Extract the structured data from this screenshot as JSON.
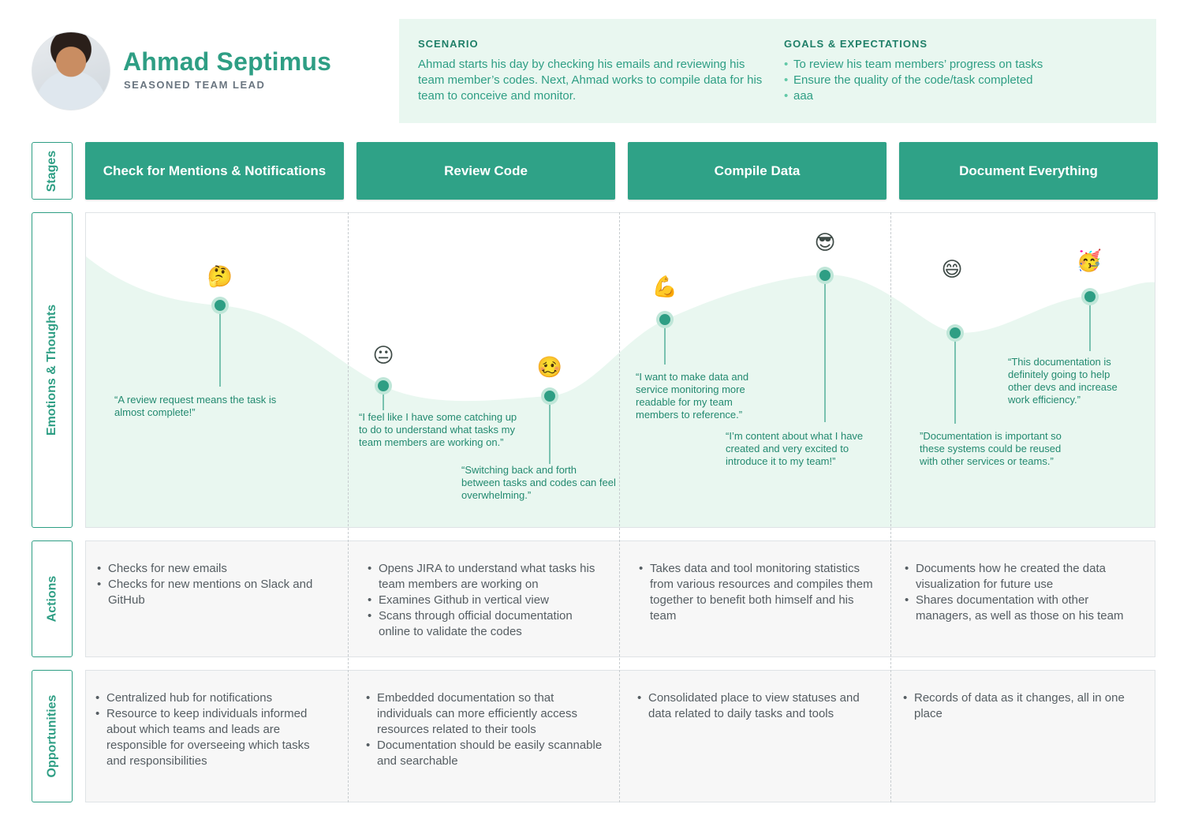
{
  "persona": {
    "name": "Ahmad Septimus",
    "role": "SEASONED TEAM LEAD"
  },
  "scenario": {
    "heading": "SCENARIO",
    "text": "Ahmad starts his day by checking his emails and reviewing his team member’s codes. Next, Ahmad works to compile data for his team to conceive and monitor."
  },
  "goals": {
    "heading": "GOALS & EXPECTATIONS",
    "items": [
      "To review his team members’ progress on tasks",
      "Ensure the quality of the code/task completed",
      "aaa"
    ]
  },
  "row_labels": {
    "stages": "Stages",
    "emotions": "Emotions & Thoughts",
    "actions": "Actions",
    "opportunities": "Opportunities"
  },
  "stages": [
    "Check for Mentions & Notifications",
    "Review Code",
    "Compile Data",
    "Document Everything"
  ],
  "colors": {
    "accent": "#2fa287",
    "accent_text": "#2e9e84",
    "curve_fill": "#e9f7f0",
    "scenario_bg": "#e9f7f0"
  },
  "emotions": [
    {
      "emoji": "🤔",
      "quote": "“A review request means the task  is almost complete!”"
    },
    {
      "emoji": "😐",
      "quote": "“I feel like I have some catching up to do to understand what tasks my team members are working on.”"
    },
    {
      "emoji": "🥴",
      "quote": "“Switching back and forth between tasks and codes can feel overwhelming.”"
    },
    {
      "emoji": "💪",
      "quote": "“I want to make data and service monitoring more readable for my team members to reference.”"
    },
    {
      "emoji": "😎",
      "quote": "“I’m content about what I have created and very excited to introduce it to my team!”"
    },
    {
      "emoji": "😄",
      "quote": "”Documentation is important so these systems could be reused with other services or teams.”"
    },
    {
      "emoji": "🥳",
      "quote": "“This documentation is definitely going to help other devs and increase work efficiency.”"
    }
  ],
  "actions": [
    [
      "Checks for new emails",
      "Checks for new mentions on Slack and GitHub"
    ],
    [
      "Opens JIRA to understand what tasks his team members are working on",
      "Examines Github in vertical view",
      "Scans through official documentation online to validate the codes"
    ],
    [
      "Takes data and tool monitoring statistics from various resources and compiles them together to benefit both himself and his team"
    ],
    [
      "Documents how he created the data visualization for future use",
      "Shares documentation with other managers, as well as those on his team"
    ]
  ],
  "opportunities": [
    [
      "Centralized hub for notifications",
      "Resource to keep individuals informed about which teams and leads are responsible for overseeing which tasks and responsibilities"
    ],
    [
      "Embedded documentation so that individuals can more efficiently access resources related to their tools",
      "Documentation should be easily scannable and searchable"
    ],
    [
      "Consolidated place to view statuses and data related to daily tasks and tools"
    ],
    [
      "Records of data as it changes, all in one place"
    ]
  ]
}
